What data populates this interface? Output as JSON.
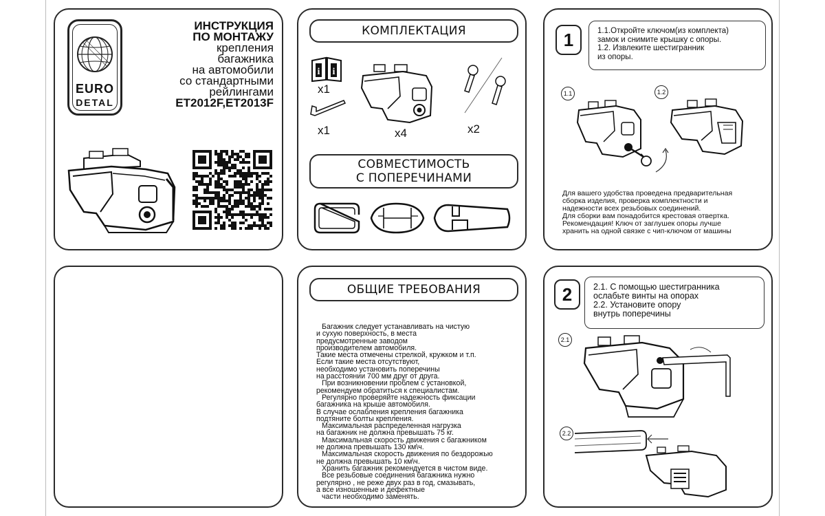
{
  "logo": {
    "line1": "EURO",
    "line2": "DETAL"
  },
  "cover": {
    "title_lines": [
      "ИНСТРУКЦИЯ",
      "ПО МОНТАЖУ",
      "крепления",
      "багажника",
      "на автомобили",
      "со стандартными",
      "рейлингами",
      "ET2012F,ET2013F"
    ]
  },
  "kit": {
    "header": "КОМПЛЕКТАЦИЯ",
    "qty_manual": "x1",
    "qty_hexkey": "x1",
    "qty_support": "x4",
    "qty_keys": "x2",
    "compat_line1": "СОВМЕСТИМОСТЬ",
    "compat_line2": "С ПОПЕРЕЧИНАМИ"
  },
  "step1": {
    "number": "1",
    "note_lines": [
      "1.1.Откройте ключом(из комплекта)",
      "замок и снимите крышку с опоры.",
      "1.2. Извлеките шестигранник",
      "из опоры."
    ],
    "label_a": "1.1",
    "label_b": "1.2",
    "caption_lines": [
      "Для вашего удобства проведена предварительная",
      "сборка изделия, проверка комплектности и",
      "надежности всех резьбовых соединений.",
      "Для сборки вам понадобится крестовая отвертка.",
      "Рекомендация! Ключ от заглушек опоры лучше",
      "хранить на одной связке с чип-ключом от машины"
    ]
  },
  "requirements": {
    "header": "ОБЩИЕ ТРЕБОВАНИЯ",
    "lines": [
      "Багажник следует устанавливать на чистую",
      "и сухую поверхность,  в места",
      "предусмотренные заводом",
      "производителем автомобиля.",
      "Такие места отмечены стрелкой, кружком и т.п.",
      "Если такие места отсутствуют,",
      "необходимо установить поперечины",
      "на расстоянии 700 мм друг от друга.",
      "При возникновении проблем с установкой,",
      "рекомендуем обратиться к специалистам.",
      "Регулярно проверяйте надежность фиксации",
      "багажника на крыше автомобиля.",
      "В случае ослабления крепления багажника",
      "подтяните болты крепления.",
      "Максимальная распределенная  нагрузка",
      "на багажник не должна превышать 75 кг.",
      "Максимальная скорость движения с багажником",
      "не должна превышать 130 км\\ч.",
      "Максимальная скорость движения по бездорожью",
      "не должна превышать 10 км\\ч.",
      "Хранить багажник рекомендуется в чистом виде.",
      "Все резьбовые соединения багажника нужно",
      "регулярно , не реже двух раз в год, смазывать,",
      "а все изношенные и дефектные",
      "части необходимо заменять."
    ]
  },
  "step2": {
    "number": "2",
    "note_lines": [
      "2.1. С помощью шестигранника",
      "ослабьте винты на опорах",
      "2.2. Установите опору",
      "внутрь поперечины"
    ],
    "label_a": "2.1",
    "label_b": "2.2"
  }
}
